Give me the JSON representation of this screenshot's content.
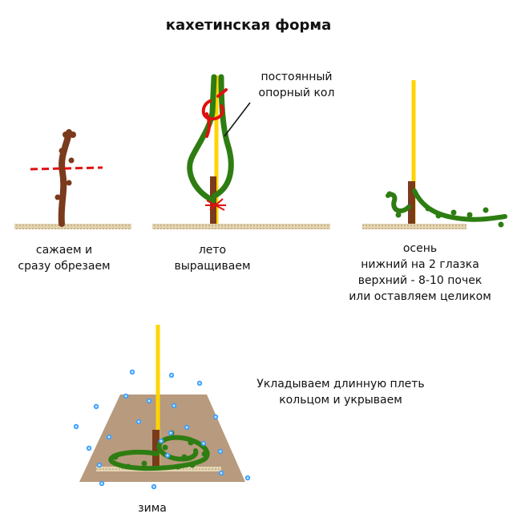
{
  "title": "кахетинская форма",
  "stages": [
    {
      "caption": [
        "сажаем и",
        "сразу обрезаем"
      ]
    },
    {
      "caption": [
        "лето",
        "выращиваем"
      ]
    },
    {
      "caption": [
        "осень",
        "нижний на 2 глазка",
        "верхний - 8-10 почек",
        "или оставляем целиком"
      ]
    },
    {
      "caption": [
        "зима"
      ]
    }
  ],
  "annotations": {
    "support_stake": [
      "постоянный",
      "опорный кол"
    ],
    "winter_note": [
      "Укладываем длинную плеть",
      "кольцом и укрываем"
    ]
  },
  "colors": {
    "soil": "#d9c9a8",
    "trunk": "#7a3a1c",
    "vine": "#2e7d12",
    "stake": "#ffd400",
    "cut": "#e01010",
    "cover": "#b89a7e",
    "snow": "#1e8fff"
  }
}
